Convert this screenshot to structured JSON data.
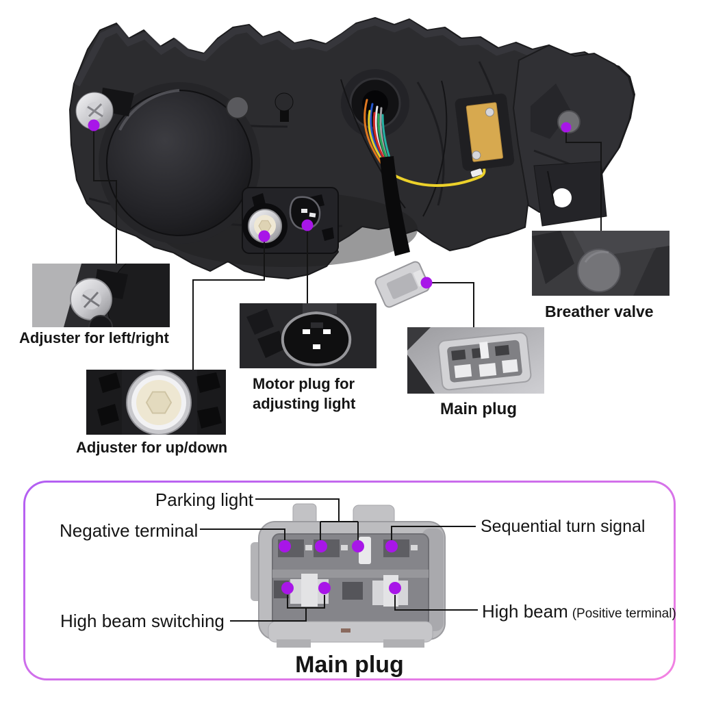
{
  "colors": {
    "annotation_dot": "#a816e8",
    "panel_border_start": "#b25ef2",
    "panel_border_end": "#f383e2",
    "label_text": "#151515",
    "background": "#ffffff"
  },
  "callouts": {
    "adjuster_left_right": "Adjuster for left/right",
    "adjuster_up_down": "Adjuster for up/down",
    "motor_plug_line1": "Motor plug for",
    "motor_plug_line2": "adjusting light",
    "main_plug": "Main plug",
    "breather_valve": "Breather valve"
  },
  "pinout": {
    "title": "Main plug",
    "parking_light": "Parking light",
    "negative_terminal": "Negative terminal",
    "sequential_turn_signal": "Sequential turn signal",
    "high_beam_switching": "High beam switching",
    "high_beam": "High beam",
    "high_beam_note": "(Positive terminal)"
  }
}
